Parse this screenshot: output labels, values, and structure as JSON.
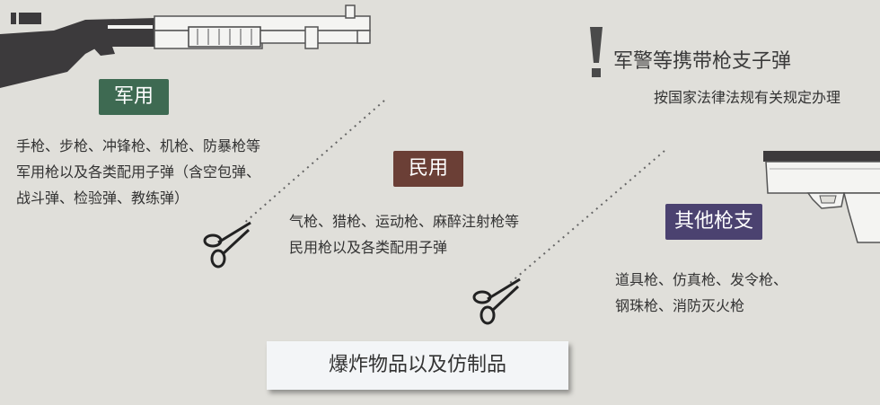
{
  "military": {
    "badge": "军用",
    "lines": [
      "手枪、步枪、冲锋枪、机枪、防暴枪等",
      "军用枪以及各类配用子弹（含空包弹、",
      "战斗弹、检验弹、教练弹）"
    ]
  },
  "civil": {
    "badge": "民用",
    "lines": [
      "气枪、猎枪、运动枪、麻醉注射枪等",
      "民用枪以及各类配用子弹"
    ]
  },
  "other": {
    "badge": "其他枪支",
    "lines": [
      "道具枪、仿真枪、发令枪、",
      "钢珠枪、消防灭火枪"
    ]
  },
  "notice": {
    "mark": "!",
    "title": "军警等携带枪支子弹",
    "subtitle": "按国家法律法规有关规定办理"
  },
  "bottom": {
    "label": "爆炸物品以及仿制品"
  },
  "colors": {
    "background": "#e0dfda",
    "military_badge": "#3e6a52",
    "civil_badge": "#6b3f36",
    "other_badge": "#4b4270",
    "gun_dark": "#3c3a3c",
    "gun_light": "#f4f4f2"
  },
  "icons": [
    "shotgun-icon",
    "pistol-icon",
    "scissors-icon",
    "exclamation-icon"
  ]
}
